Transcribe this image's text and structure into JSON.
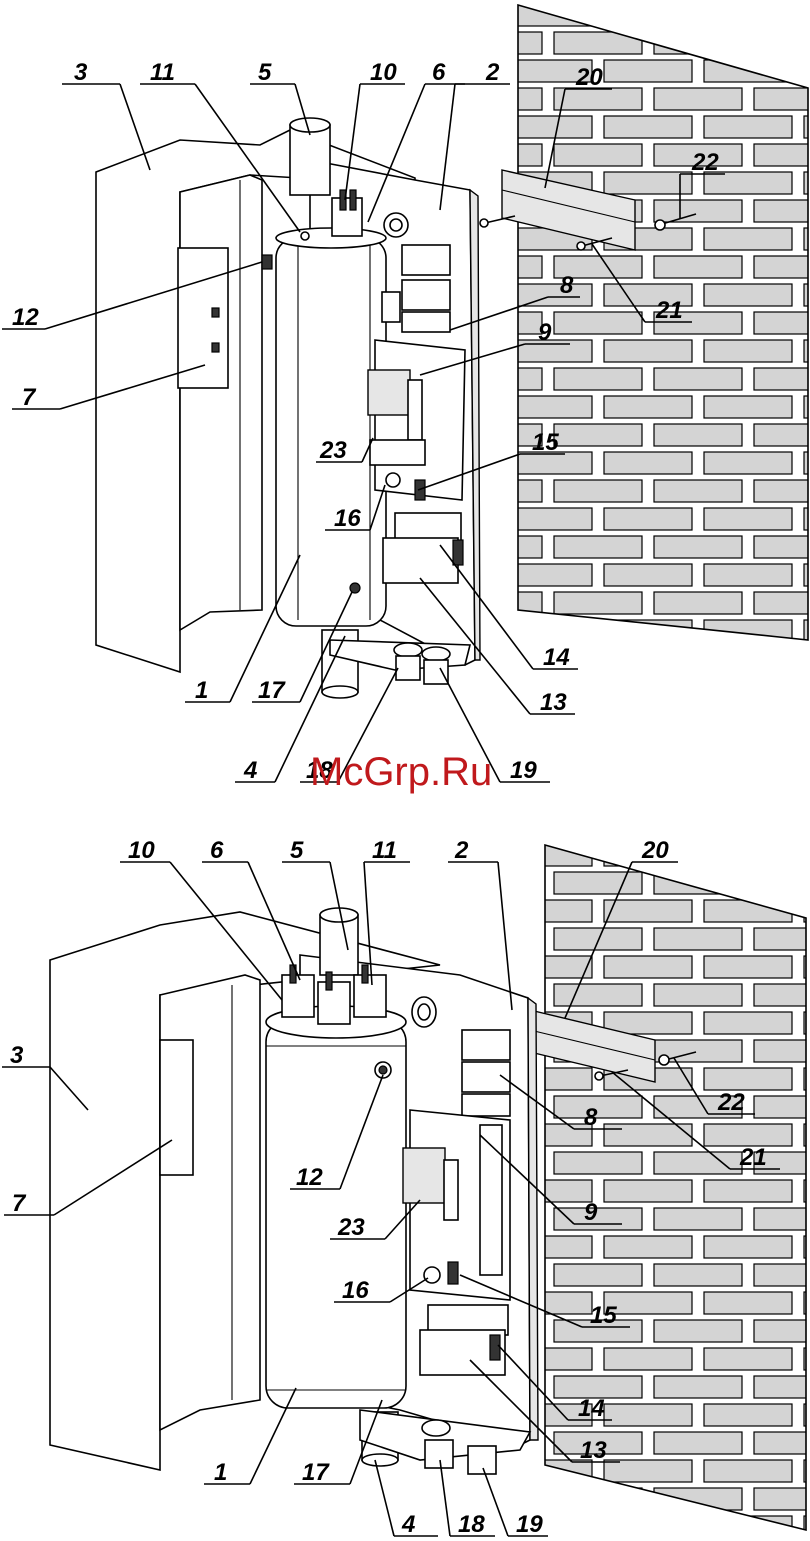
{
  "watermark": "McGrp.Ru",
  "top_labels": [
    "1",
    "2",
    "3",
    "4",
    "5",
    "6",
    "7",
    "8",
    "9",
    "10",
    "11",
    "12",
    "13",
    "14",
    "15",
    "16",
    "17",
    "18",
    "19",
    "20",
    "21",
    "22",
    "23"
  ],
  "bottom_labels": [
    "1",
    "2",
    "3",
    "4",
    "5",
    "6",
    "7",
    "8",
    "9",
    "10",
    "11",
    "12",
    "13",
    "14",
    "15",
    "16",
    "17",
    "18",
    "19",
    "20",
    "21",
    "22",
    "23"
  ],
  "colors": {
    "line": "#000000",
    "brick": "#d4d4d4",
    "watermark": "#c0191c"
  }
}
